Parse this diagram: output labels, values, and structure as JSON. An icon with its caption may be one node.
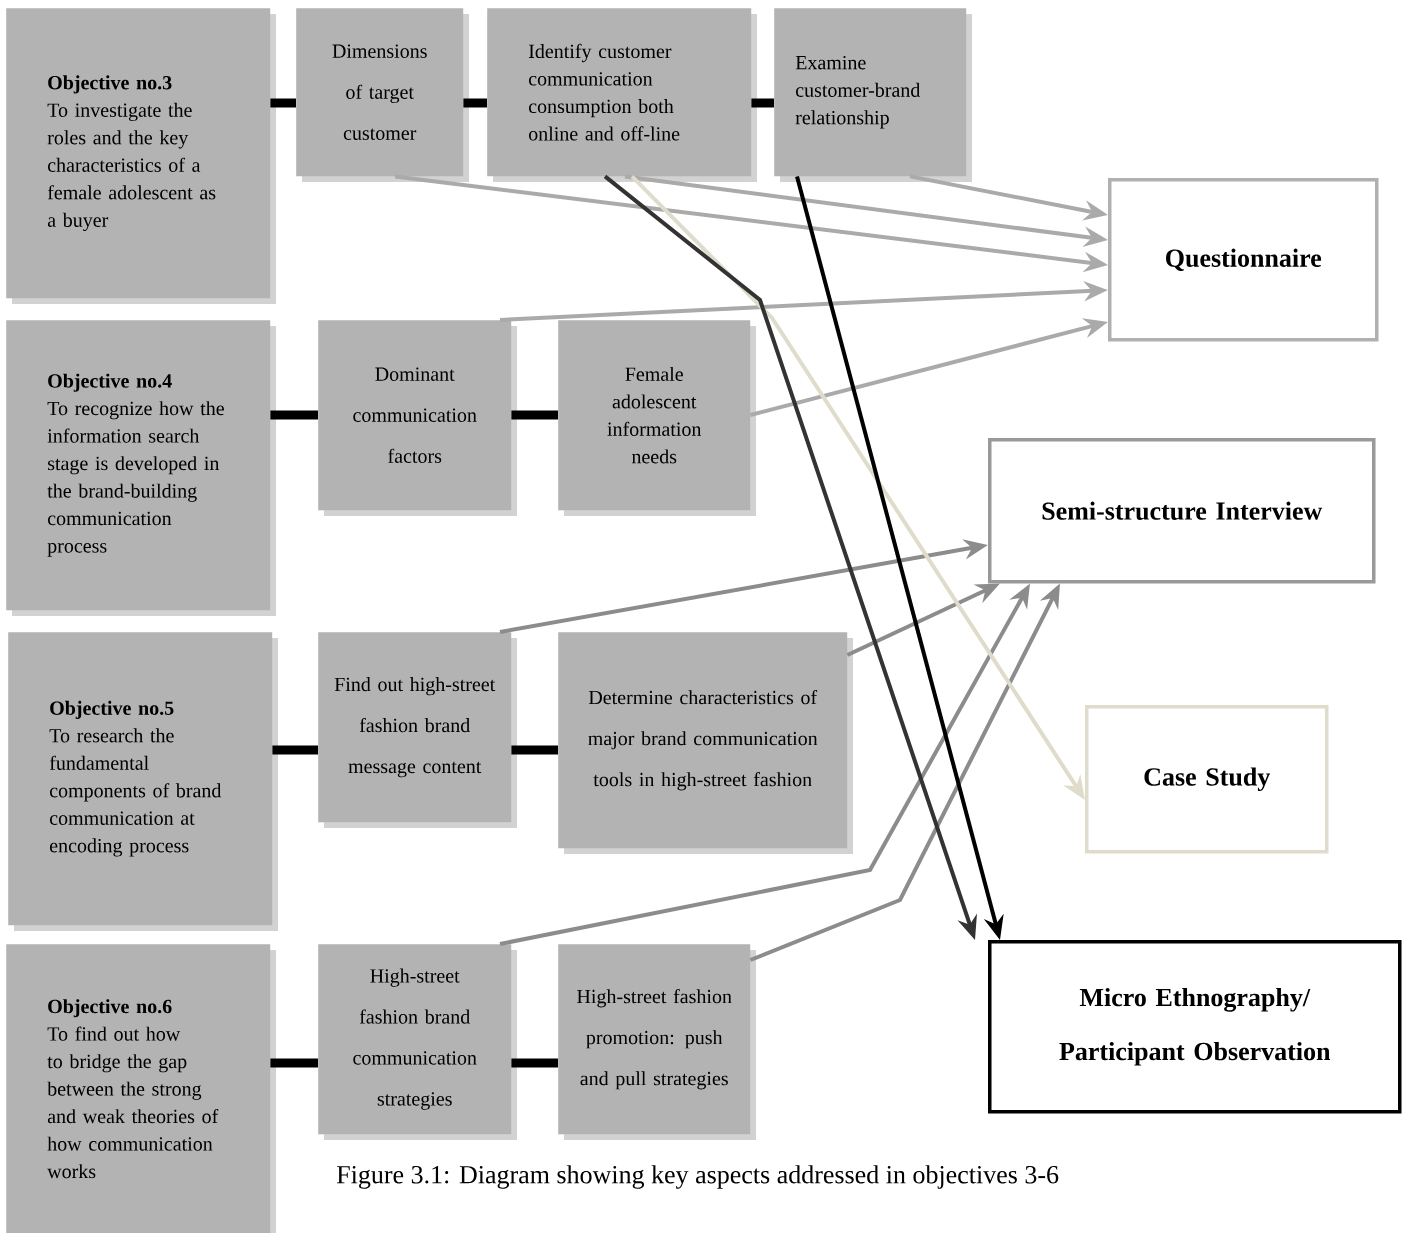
{
  "diagram": {
    "caption": "Figure 3.1: Diagram showing key aspects addressed in objectives 3-6",
    "nodes": [
      {
        "text": [
          "Objective no.3",
          "To investigate the roles and the key characteristics of a female adolescent as a buyer"
        ]
      },
      {
        "text": [
          "Dimensions of target customer"
        ]
      },
      {
        "text": [
          "Identify customer communication consumption both online and off-line"
        ]
      },
      {
        "text": [
          "Examine customer-brand relationship"
        ]
      },
      {
        "text": [
          "Objective no.4",
          "To recognize how the information search stage is developed in the brand-building communication process"
        ]
      },
      {
        "text": [
          "Dominant communication factors"
        ]
      },
      {
        "text": [
          "Female adolescent information needs"
        ]
      },
      {
        "text": [
          "Objective no.5",
          "To research the fundamental components of brand communication at encoding process"
        ]
      },
      {
        "text": [
          "Find out high-street fashion brand message content"
        ]
      },
      {
        "text": [
          "Determine characteristics of major brand communication tools in high-street fashion"
        ]
      },
      {
        "text": [
          "Objective no.6",
          "To find out how to bridge the gap between the strong and weak theories of how communication works"
        ]
      },
      {
        "text": [
          "High-street fashion brand communication strategies"
        ]
      },
      {
        "text": [
          "High-street fashion promotion: push and pull strategies"
        ]
      },
      {
        "text": [
          "Questionnaire"
        ]
      },
      {
        "text": [
          "Semi-structure Interview"
        ]
      },
      {
        "text": [
          "Case Study"
        ]
      },
      {
        "text": [
          "Micro Ethnography/ Participant Observation"
        ]
      }
    ],
    "edges": [
      {
        "from": 0,
        "to": 1,
        "arrow": "none",
        "style": "thick"
      },
      {
        "from": 1,
        "to": 2,
        "arrow": "none",
        "style": "thick"
      },
      {
        "from": 2,
        "to": 3,
        "arrow": "none",
        "style": "thick"
      },
      {
        "from": 4,
        "to": 5,
        "arrow": "none",
        "style": "thick"
      },
      {
        "from": 5,
        "to": 6,
        "arrow": "none",
        "style": "thick"
      },
      {
        "from": 7,
        "to": 8,
        "arrow": "none",
        "style": "thick"
      },
      {
        "from": 8,
        "to": 9,
        "arrow": "none",
        "style": "thick"
      },
      {
        "from": 10,
        "to": 11,
        "arrow": "none",
        "style": "thick"
      },
      {
        "from": 11,
        "to": 12,
        "arrow": "none",
        "style": "thick"
      },
      {
        "from": 3,
        "to": 13,
        "arrow": "to",
        "color": "#aaaaaa"
      },
      {
        "from": 2,
        "to": 13,
        "arrow": "to",
        "color": "#aaaaaa"
      },
      {
        "from": 1,
        "to": 13,
        "arrow": "to",
        "color": "#aaaaaa"
      },
      {
        "from": 5,
        "to": 13,
        "arrow": "to",
        "color": "#aaaaaa"
      },
      {
        "from": 6,
        "to": 13,
        "arrow": "to",
        "color": "#aaaaaa"
      },
      {
        "from": 8,
        "to": 14,
        "arrow": "to",
        "color": "#8c8c8c"
      },
      {
        "from": 9,
        "to": 14,
        "arrow": "to",
        "color": "#8c8c8c"
      },
      {
        "from": 11,
        "to": 14,
        "arrow": "to",
        "color": "#8c8c8c"
      },
      {
        "from": 12,
        "to": 14,
        "arrow": "to",
        "color": "#8c8c8c"
      },
      {
        "from": 2,
        "to": 15,
        "arrow": "to",
        "color": "#e0dccc"
      },
      {
        "from": 2,
        "to": 16,
        "arrow": "to",
        "color": "#333333"
      },
      {
        "from": 3,
        "to": 16,
        "arrow": "to",
        "color": "#000000"
      }
    ]
  }
}
